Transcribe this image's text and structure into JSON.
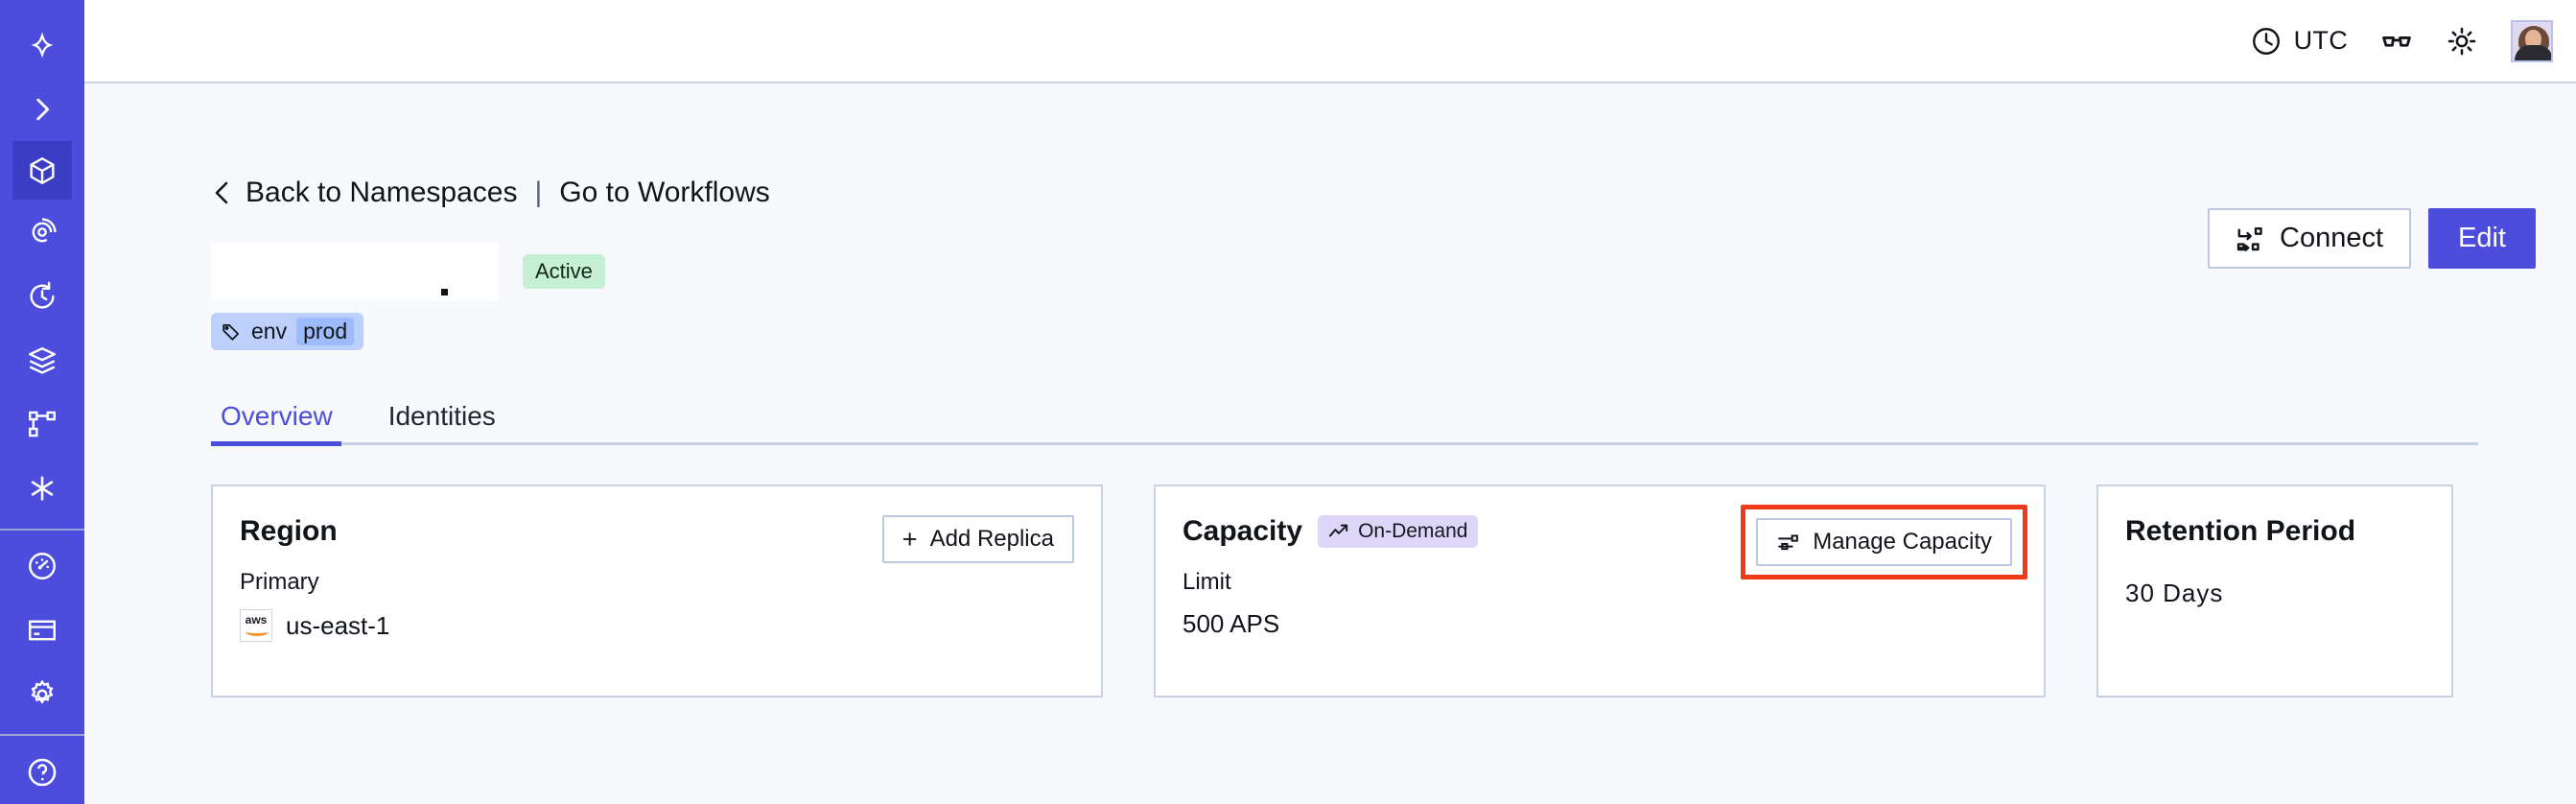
{
  "sidebar": {
    "brand_icon": "temporal-logo-icon",
    "items": [
      {
        "icon": "chevron-right-icon",
        "name": "expand-sidebar",
        "active": false
      },
      {
        "icon": "cube-icon",
        "name": "namespaces",
        "active": true
      },
      {
        "icon": "eye-spiral-icon",
        "name": "observability",
        "active": false
      },
      {
        "icon": "history-clock-icon",
        "name": "history",
        "active": false
      },
      {
        "icon": "layers-icon",
        "name": "layers",
        "active": false
      },
      {
        "icon": "workflow-graph-icon",
        "name": "workflows",
        "active": false
      },
      {
        "icon": "asterisk-icon",
        "name": "integrations",
        "active": false
      },
      {
        "icon": "gauge-icon",
        "name": "usage",
        "active": false
      },
      {
        "icon": "credit-card-icon",
        "name": "billing",
        "active": false
      },
      {
        "icon": "gear-icon",
        "name": "settings",
        "active": false
      },
      {
        "icon": "help-circle-icon",
        "name": "help",
        "active": false
      }
    ]
  },
  "topbar": {
    "timezone_label": "UTC",
    "clock_icon": "clock-icon",
    "reader_icon": "glasses-icon",
    "theme_icon": "sun-icon",
    "avatar_name": "user-avatar"
  },
  "breadcrumb": {
    "back_icon": "chevron-left-icon",
    "back_label": "Back to Namespaces",
    "separator": "|",
    "workflows_label": "Go to Workflows"
  },
  "header": {
    "namespace_title": "",
    "namespace_title_redacted": true,
    "status_badge": "Active",
    "tag_icon": "tag-icon",
    "tag_key": "env",
    "tag_value": "prod",
    "connect_label": "Connect",
    "connect_icon": "connect-icon",
    "edit_label": "Edit"
  },
  "tabs": [
    {
      "label": "Overview",
      "active": true
    },
    {
      "label": "Identities",
      "active": false
    }
  ],
  "cards": {
    "region": {
      "title": "Region",
      "button_label": "Add Replica",
      "button_icon": "plus-icon",
      "sub_label": "Primary",
      "provider_icon": "aws-logo",
      "provider_text": "aws",
      "value": "us-east-1"
    },
    "capacity": {
      "title": "Capacity",
      "badge_label": "On-Demand",
      "badge_icon": "trending-up-icon",
      "button_label": "Manage Capacity",
      "button_icon": "sliders-icon",
      "button_highlighted": true,
      "sub_label": "Limit",
      "value": "500 APS"
    },
    "retention": {
      "title": "Retention Period",
      "value": "30 Days"
    }
  },
  "colors": {
    "brand": "#4c4ddc",
    "sidebar_active": "#3b3dc4",
    "page_bg": "#f7f9fc",
    "card_border": "#c5d2e8",
    "badge_active_bg": "#c6f0d4",
    "badge_ondemand_bg": "#ddd6f8",
    "tag_bg": "#bcd0fb",
    "tag_value_bg": "#9dbbfa",
    "highlight": "#ef3b18"
  }
}
